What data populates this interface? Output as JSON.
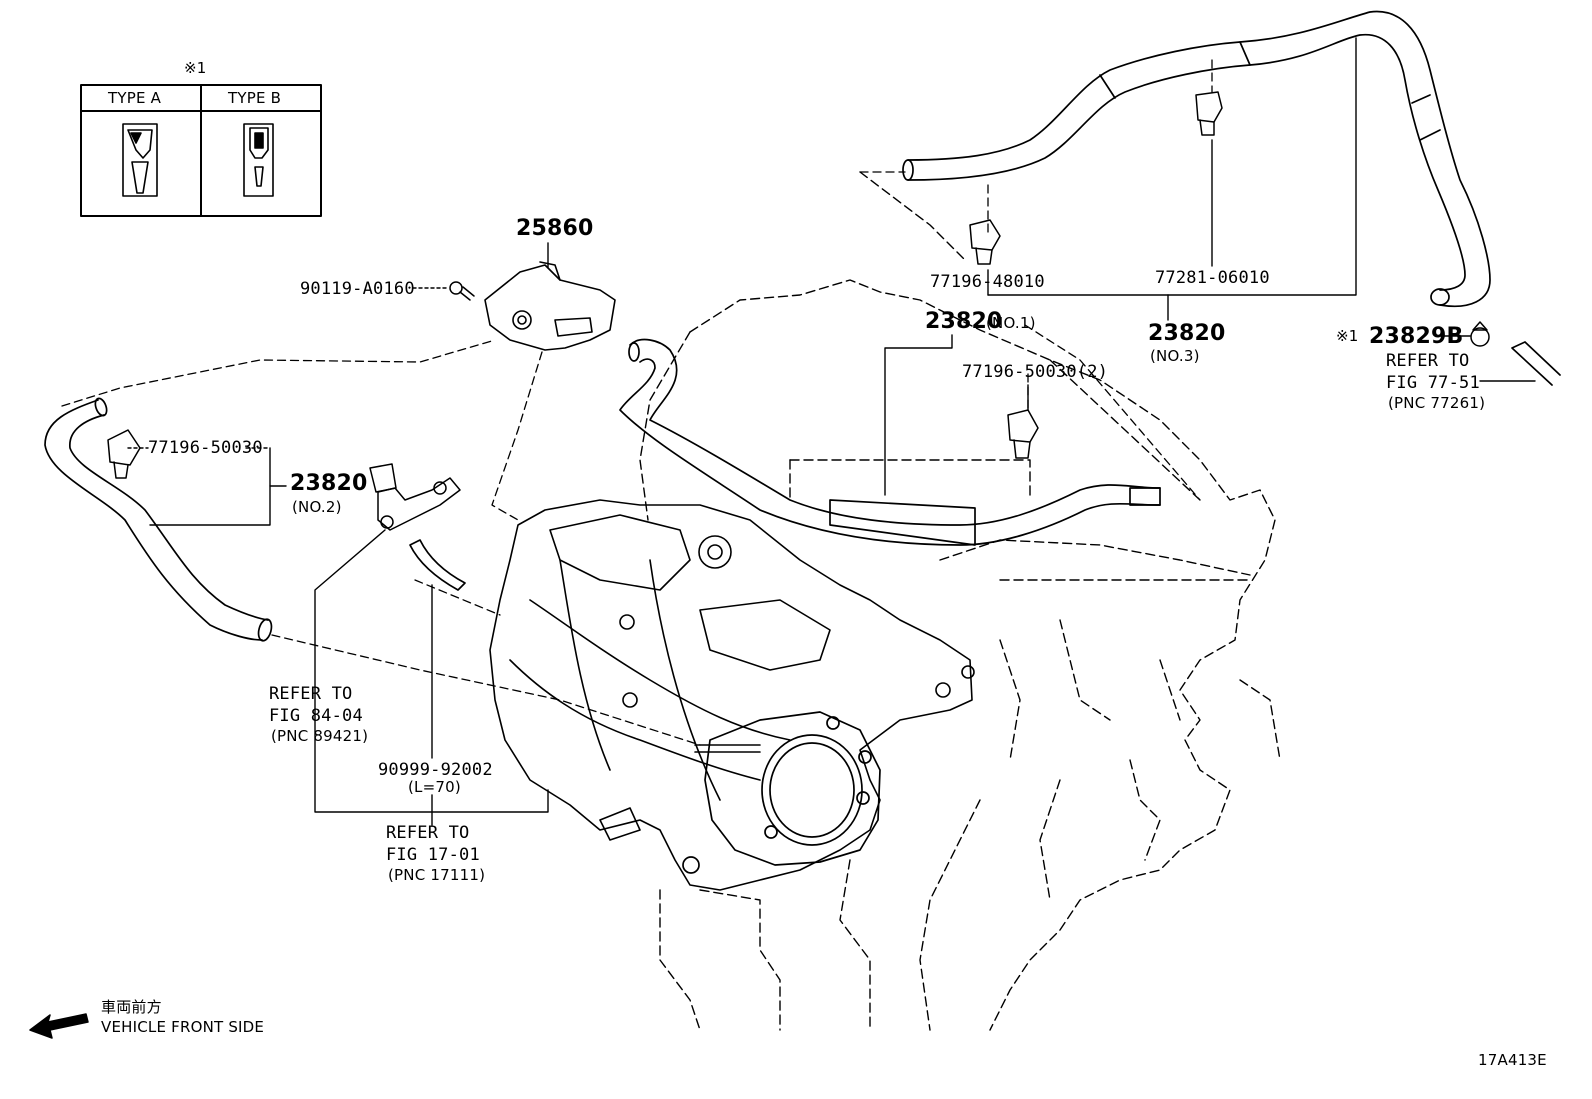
{
  "legend": {
    "note_mark": "※1",
    "type_a": "TYPE A",
    "type_b": "TYPE B"
  },
  "parts": {
    "p25860": "25860",
    "p90119": "90119-A0160",
    "p77196_50030_left": "77196-50030",
    "p23820_no2": "23820",
    "p23820_no2_sub": "(NO.2)",
    "p77196_48010": "77196-48010",
    "p77281": "77281-06010",
    "p23820_no1": "23820",
    "p23820_no1_sub": "(NO.1)",
    "p77196_50030_2": "77196-50030(2)",
    "p23820_no3": "23820",
    "p23820_no3_sub": "(NO.3)",
    "p23829b_mark": "※1",
    "p23829b": "23829B",
    "p90999": "90999-92002",
    "p90999_sub": "(L=70)"
  },
  "refs": {
    "ref_77": [
      "REFER TO",
      "FIG 77-51",
      "(PNC 77261)"
    ],
    "ref_84": [
      "REFER TO",
      "FIG 84-04",
      "(PNC 89421)"
    ],
    "ref_17": [
      "REFER TO",
      "FIG 17-01",
      "(PNC 17111)"
    ]
  },
  "direction": {
    "jp": "車両前方",
    "en": "VEHICLE FRONT SIDE"
  },
  "figure_code": "17A413E"
}
